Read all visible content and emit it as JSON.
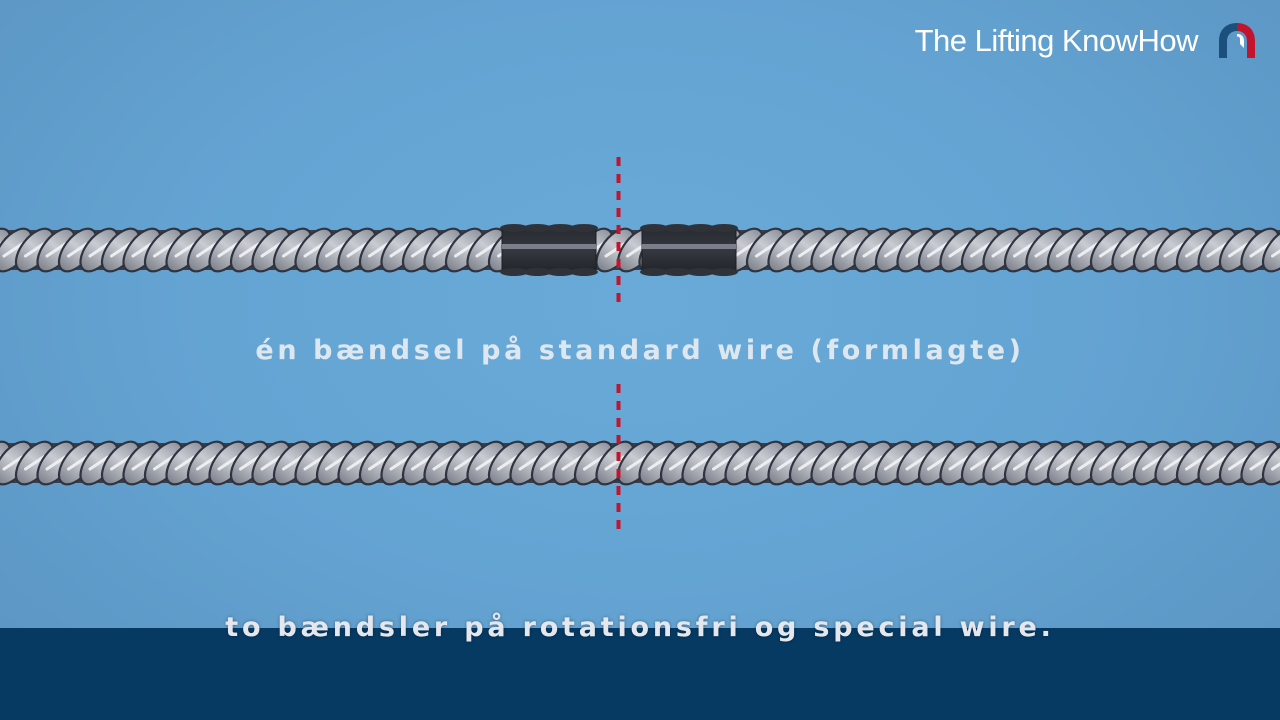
{
  "brand": {
    "name": "The Lifting KnowHow",
    "logo_icon": "lifting-knowhow-logo-icon",
    "logo_colors": {
      "blue": "#1b4f7c",
      "red": "#c3142d",
      "white": "#ffffff"
    }
  },
  "scene": {
    "caption_upper": "én bændsel på standard wire (formlagte)",
    "rope_top_icon": "wire-rope-with-seizings-icon",
    "rope_bottom_icon": "wire-rope-icon",
    "cut_line_color": "#c3142d",
    "seizing_color": "#2f3239"
  },
  "subtitle": {
    "text": "to bændsler på rotationsfri og special wire."
  },
  "colors": {
    "background": "#64a4d3",
    "band": "#063a63"
  }
}
